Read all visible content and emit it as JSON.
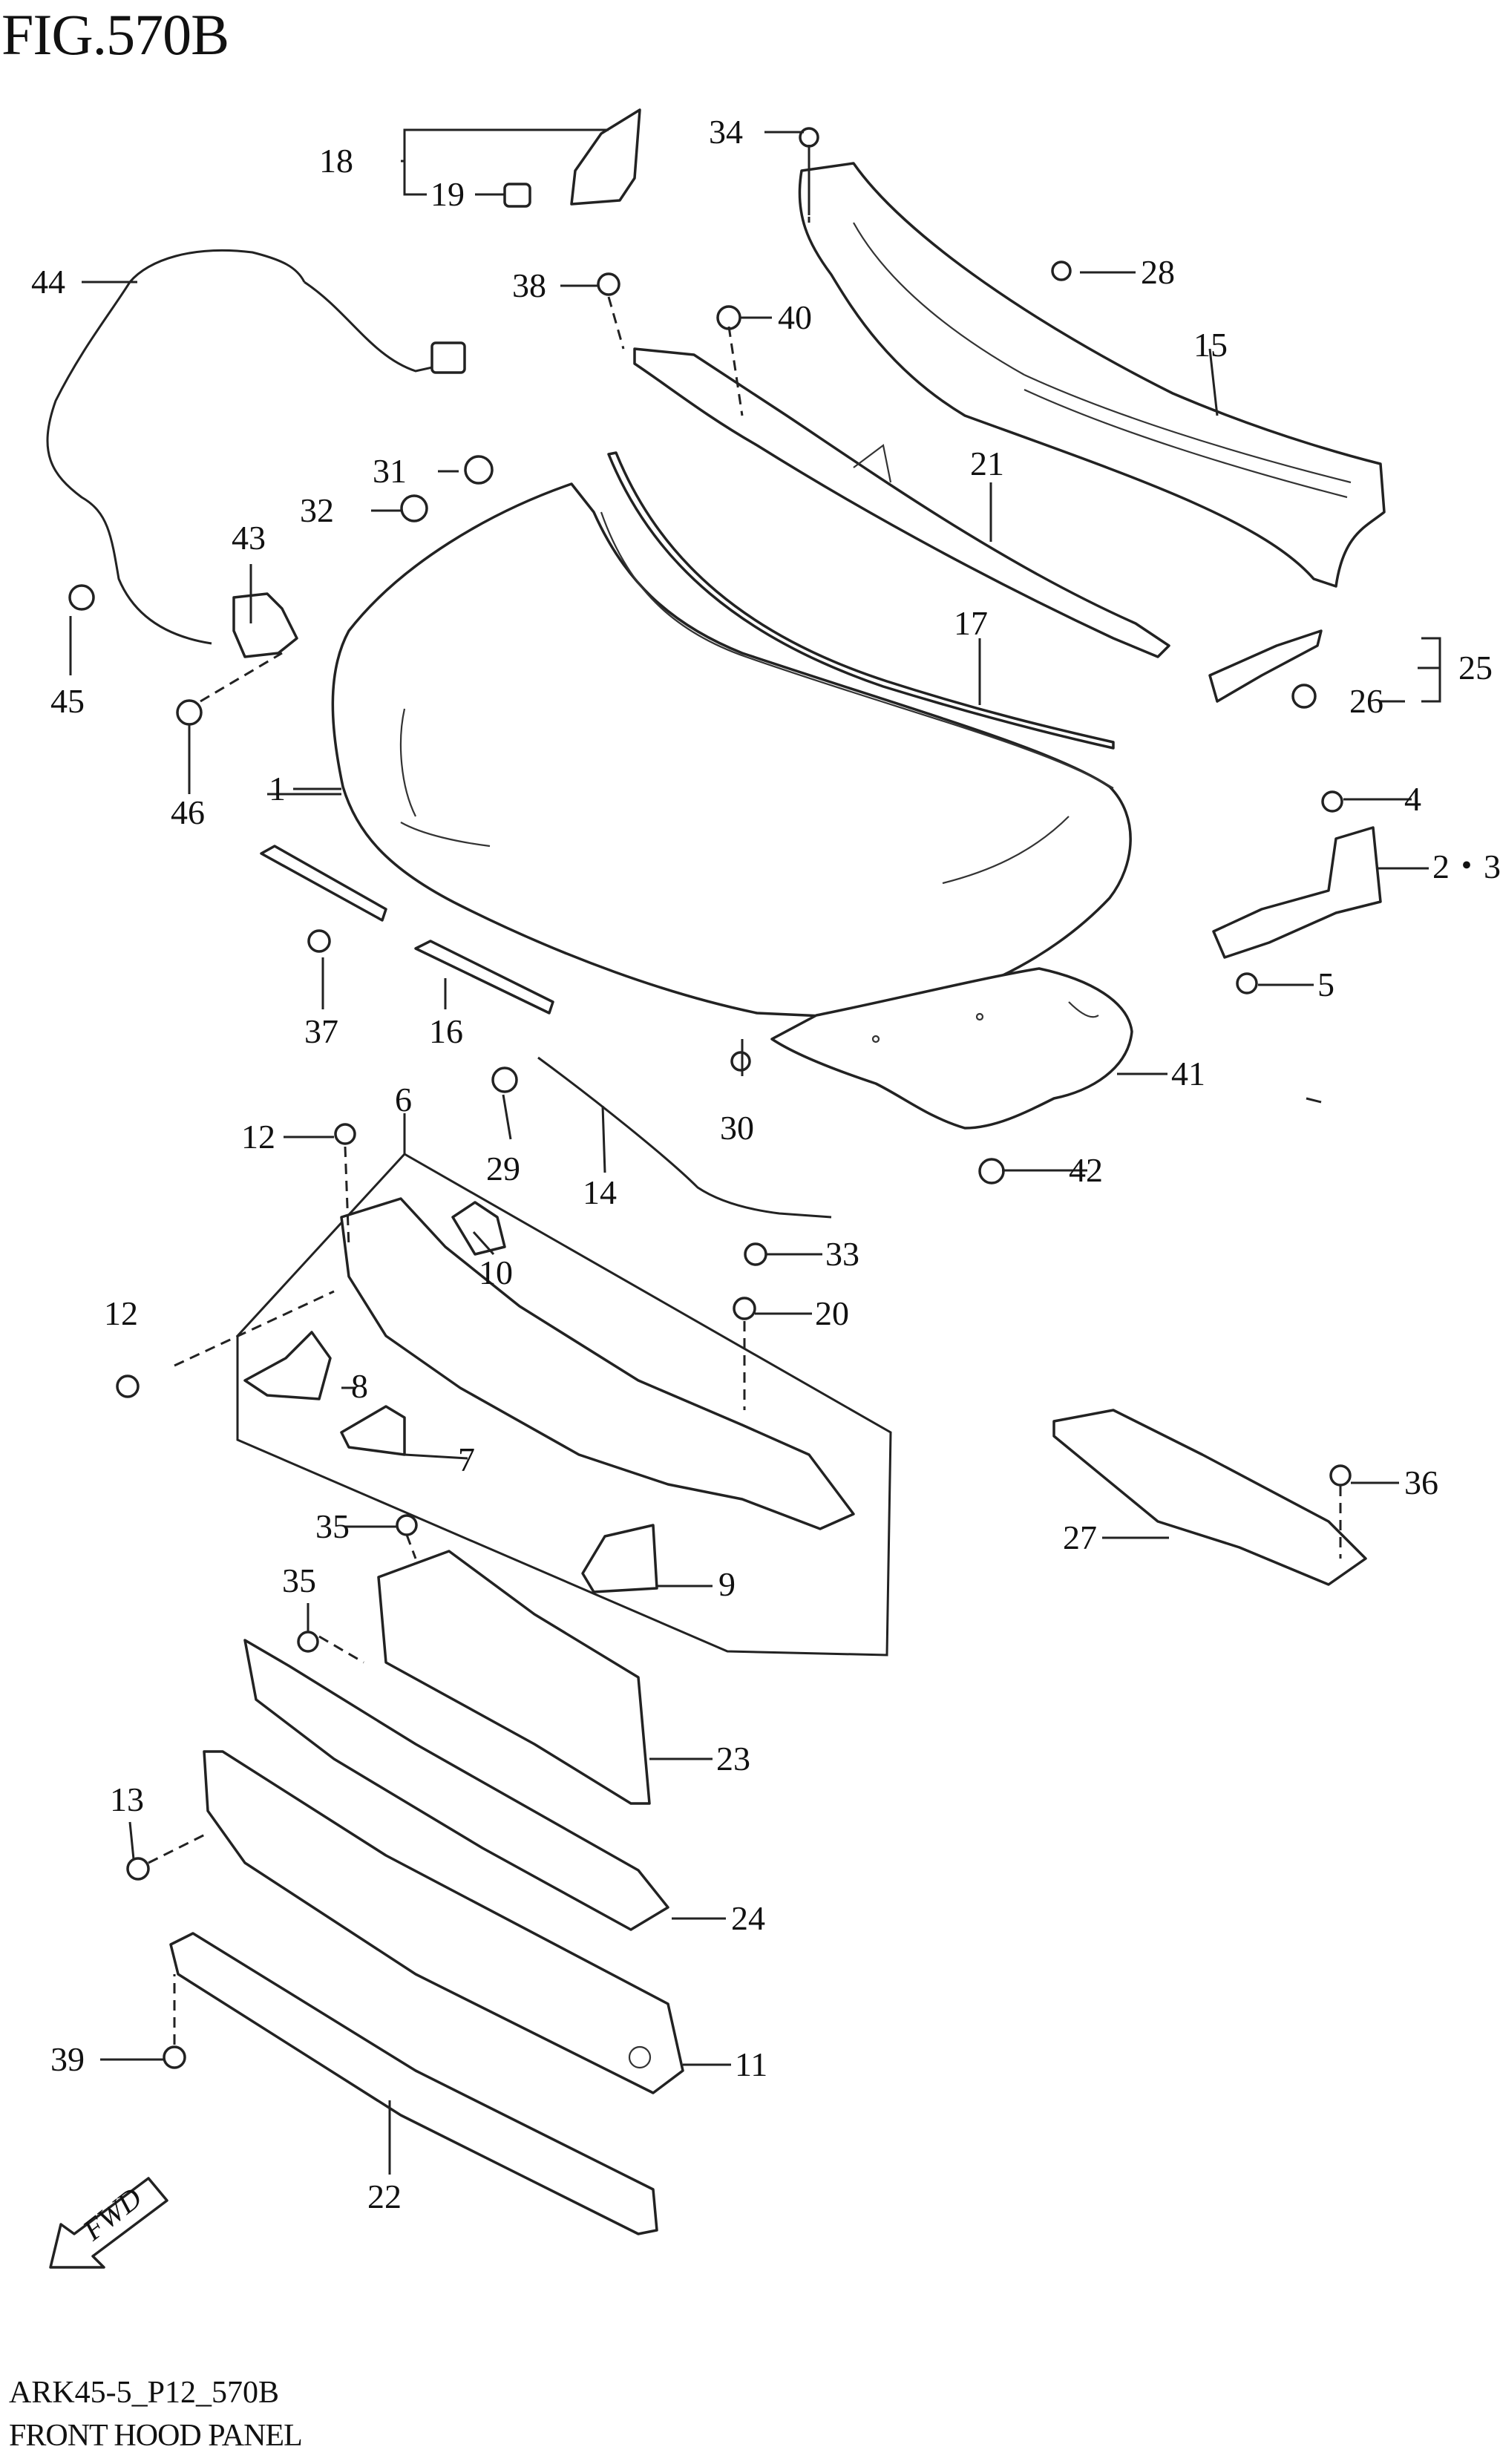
{
  "figure": {
    "title": "FIG.570B"
  },
  "footer": {
    "code": "ARK45-5_P12_570B",
    "name": "FRONT HOOD PANEL"
  },
  "fwd_marker": {
    "label": "FWD",
    "icon": "fwd-arrow-icon"
  },
  "callouts": [
    {
      "id": "c1",
      "label": "1"
    },
    {
      "id": "c23",
      "label": "2・3"
    },
    {
      "id": "c4",
      "label": "4"
    },
    {
      "id": "c5",
      "label": "5"
    },
    {
      "id": "c6",
      "label": "6"
    },
    {
      "id": "c7",
      "label": "7"
    },
    {
      "id": "c8",
      "label": "8"
    },
    {
      "id": "c9",
      "label": "9"
    },
    {
      "id": "c10",
      "label": "10"
    },
    {
      "id": "c11",
      "label": "11"
    },
    {
      "id": "c12a",
      "label": "12"
    },
    {
      "id": "c12b",
      "label": "12"
    },
    {
      "id": "c13",
      "label": "13"
    },
    {
      "id": "c14",
      "label": "14"
    },
    {
      "id": "c15",
      "label": "15"
    },
    {
      "id": "c16",
      "label": "16"
    },
    {
      "id": "c17",
      "label": "17"
    },
    {
      "id": "c18",
      "label": "18"
    },
    {
      "id": "c19",
      "label": "19"
    },
    {
      "id": "c20",
      "label": "20"
    },
    {
      "id": "c21",
      "label": "21"
    },
    {
      "id": "c22",
      "label": "22"
    },
    {
      "id": "c23p",
      "label": "23"
    },
    {
      "id": "c24",
      "label": "24"
    },
    {
      "id": "c25",
      "label": "25"
    },
    {
      "id": "c26",
      "label": "26"
    },
    {
      "id": "c27",
      "label": "27"
    },
    {
      "id": "c28",
      "label": "28"
    },
    {
      "id": "c29",
      "label": "29"
    },
    {
      "id": "c30",
      "label": "30"
    },
    {
      "id": "c31",
      "label": "31"
    },
    {
      "id": "c32",
      "label": "32"
    },
    {
      "id": "c33",
      "label": "33"
    },
    {
      "id": "c34",
      "label": "34"
    },
    {
      "id": "c35a",
      "label": "35"
    },
    {
      "id": "c35b",
      "label": "35"
    },
    {
      "id": "c36",
      "label": "36"
    },
    {
      "id": "c37",
      "label": "37"
    },
    {
      "id": "c38",
      "label": "38"
    },
    {
      "id": "c39",
      "label": "39"
    },
    {
      "id": "c40",
      "label": "40"
    },
    {
      "id": "c41",
      "label": "41"
    },
    {
      "id": "c42",
      "label": "42"
    },
    {
      "id": "c43",
      "label": "43"
    },
    {
      "id": "c44",
      "label": "44"
    },
    {
      "id": "c45",
      "label": "45"
    },
    {
      "id": "c46",
      "label": "46"
    }
  ]
}
